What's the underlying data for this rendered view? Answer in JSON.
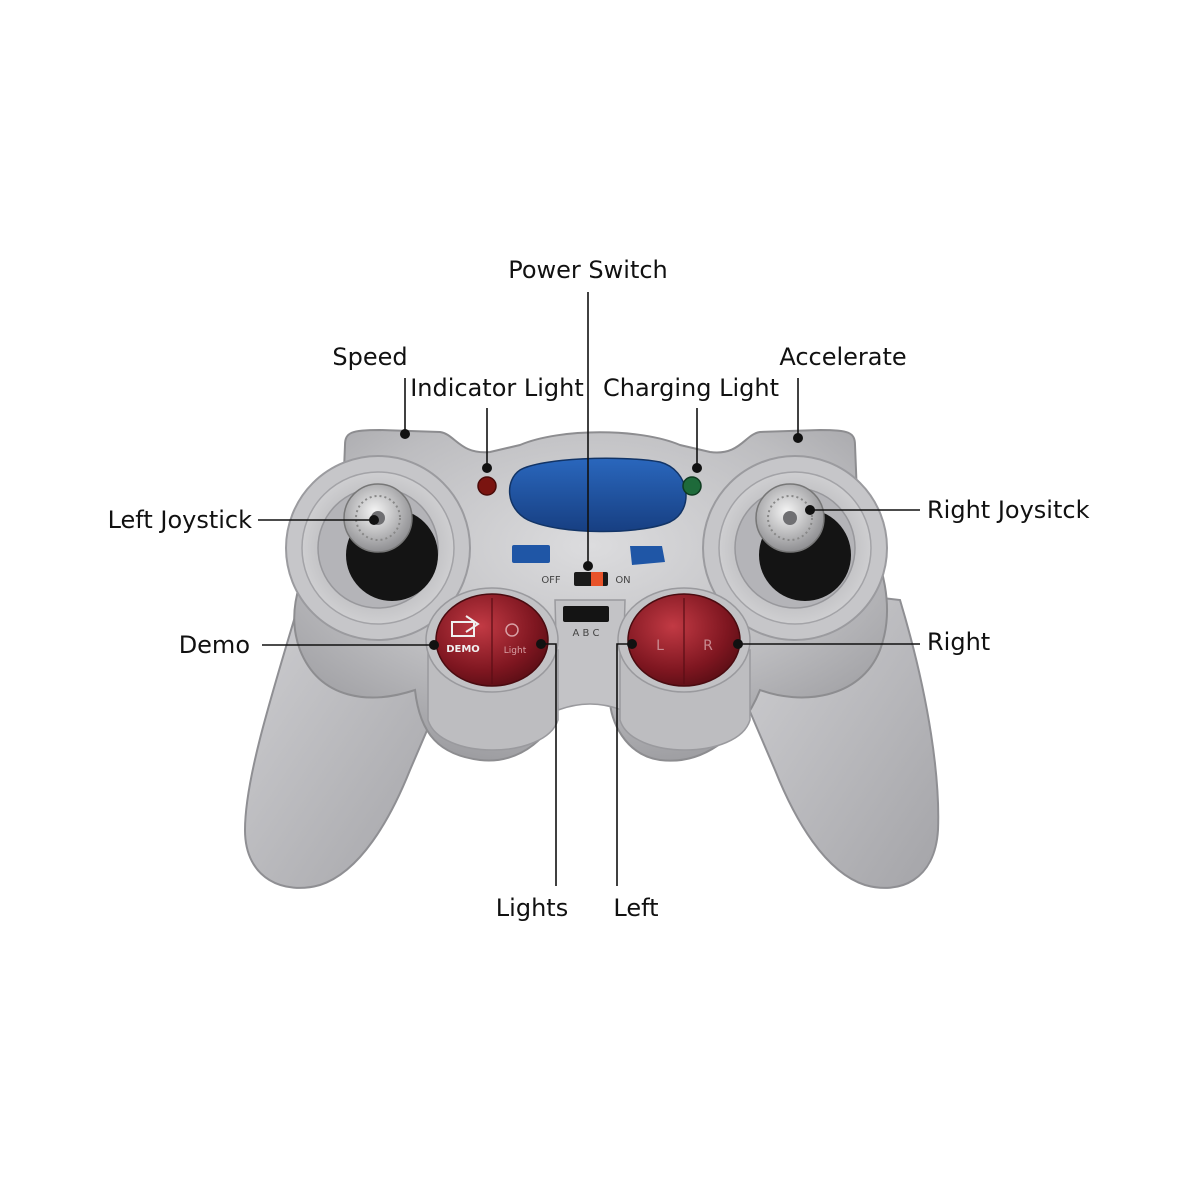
{
  "labels": {
    "power_switch": "Power Switch",
    "speed": "Speed",
    "indicator_light": "Indicator Light",
    "charging_light": "Charging Light",
    "accelerate": "Accelerate",
    "left_joystick": "Left Joystick",
    "right_joystick": "Right Joysitck",
    "demo": "Demo",
    "right": "Right",
    "lights": "Lights",
    "left": "Left"
  },
  "device_markings": {
    "off": "OFF",
    "on": "ON",
    "abc": "A B C",
    "demo_button": "DEMO",
    "light_button": "Light",
    "left_button": "L",
    "right_button": "R"
  },
  "colors": {
    "body": "#b9b9bb",
    "body_shadow": "#8d8d90",
    "panel_blue": "#1f56a6",
    "button_red": "#8c1a24",
    "indicator_led": "#7a1410",
    "charging_led": "#1e6a3a",
    "switch_orange": "#e8532a"
  }
}
